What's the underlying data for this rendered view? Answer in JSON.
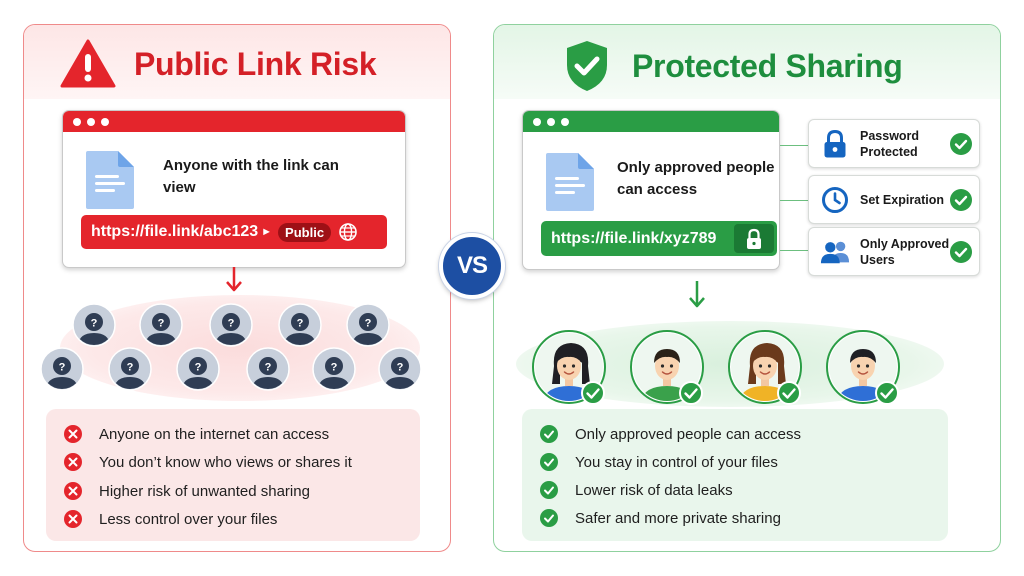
{
  "left": {
    "title": "Public Link Risk",
    "access_text": "Anyone with the link can view",
    "url": "https://file.link/abc123",
    "url_badge": "Public",
    "unknown_user_count": 11,
    "risks": [
      "Anyone on the internet can access",
      "You don’t know who views or shares it",
      "Higher risk of unwanted sharing",
      "Less control over your files"
    ]
  },
  "vs_label": "VS",
  "right": {
    "title": "Protected Sharing",
    "access_text": "Only approved people can access",
    "url": "https://file.link/xyz789",
    "features": [
      {
        "label": "Password Protected",
        "icon": "lock-icon"
      },
      {
        "label": "Set Expiration",
        "icon": "clock-icon"
      },
      {
        "label": "Only Approved Users",
        "icon": "users-icon"
      }
    ],
    "approved_user_count": 4,
    "benefits": [
      "Only approved people can access",
      "You stay in control of your files",
      "Lower risk of data leaks",
      "Safer and more private sharing"
    ]
  },
  "colors": {
    "risk_red": "#e4252c",
    "safe_green": "#2a9d45",
    "vs_blue": "#1d4fa3"
  }
}
